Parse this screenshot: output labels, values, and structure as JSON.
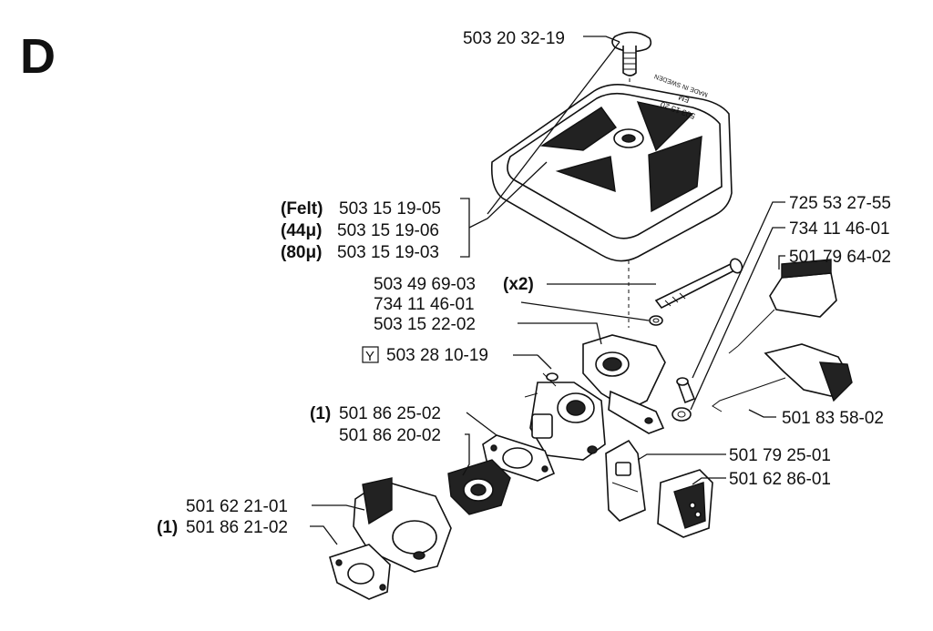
{
  "section_letter": "D",
  "parts": {
    "screw_top": "503 20 32-19",
    "filter_felt_prefix": "(Felt)",
    "filter_felt": "503 15 19-05",
    "filter_44_prefix": "(44μ)",
    "filter_44": "503 15 19-06",
    "filter_80_prefix": "(80μ)",
    "filter_80": "503 15 19-03",
    "long_screw": "503 49 69-03",
    "long_screw_qty": "(x2)",
    "washer_left": "734 11 46-01",
    "bracket": "503 15 22-02",
    "carb_box": "Y",
    "carb": "503 28 10-19",
    "gasket_upper_prefix": "(1)",
    "gasket_upper": "501 86 25-02",
    "intake": "501 86 20-02",
    "plate": "501 62 21-01",
    "gasket_lower_prefix": "(1)",
    "gasket_lower": "501 86 21-02",
    "small_screw": "725 53 27-55",
    "washer_right": "734 11 46-01",
    "choke_button": "501 79 64-02",
    "choke_rod": "501 83 58-02",
    "baffle": "501 79 25-01",
    "filter_small": "501 62 86-01"
  },
  "filter_stamp": [
    "503 15 20",
    "EM",
    "MADE IN SWEDEN"
  ]
}
